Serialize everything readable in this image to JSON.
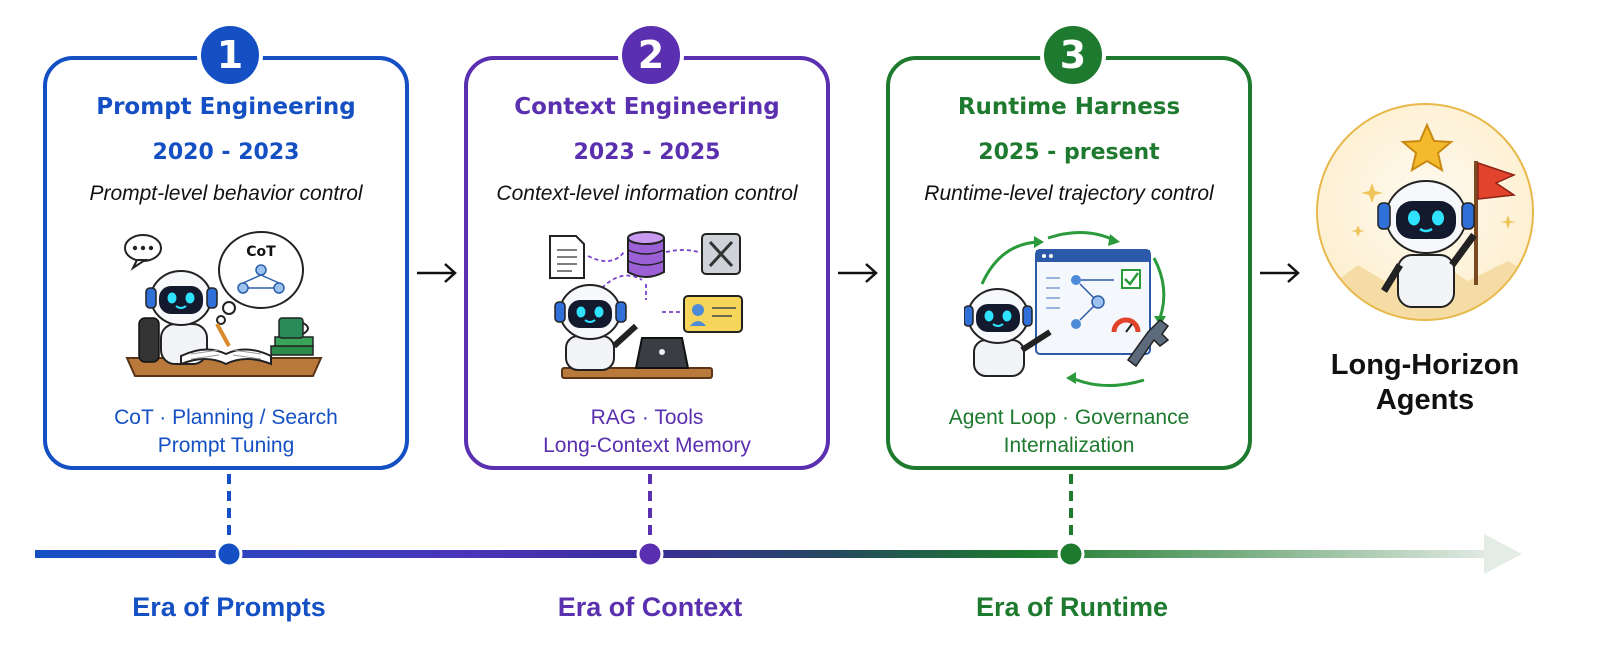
{
  "stages": [
    {
      "number": "1",
      "title": "Prompt Engineering",
      "years": "2020 - 2023",
      "subtitle": "Prompt-level behavior control",
      "footer_line1": "CoT · Planning / Search",
      "footer_line2": "Prompt Tuning",
      "bubble_text": "CoT",
      "era": "Era of Prompts",
      "color": "#1450c4"
    },
    {
      "number": "2",
      "title": "Context Engineering",
      "years": "2023 - 2025",
      "subtitle": "Context-level information control",
      "footer_line1": "RAG · Tools",
      "footer_line2": "Long-Context Memory",
      "era": "Era of Context",
      "color": "#5a2fb0"
    },
    {
      "number": "3",
      "title": "Runtime Harness",
      "years": "2025 - present",
      "subtitle": "Runtime-level trajectory control",
      "footer_line1": "Agent Loop · Governance",
      "footer_line2": "Internalization",
      "era": "Era of Runtime",
      "color": "#1e7a2e"
    }
  ],
  "goal": {
    "line1": "Long-Horizon",
    "line2": "Agents",
    "accent": "#e8b84a"
  },
  "icons": [
    "robot-icon",
    "thought-bubble-icon",
    "book-icon",
    "mug-icon",
    "document-icon",
    "database-icon",
    "tool-icon",
    "id-card-icon",
    "laptop-icon",
    "dashboard-icon",
    "wrench-icon",
    "star-icon",
    "flag-icon",
    "arrow-right-icon"
  ]
}
